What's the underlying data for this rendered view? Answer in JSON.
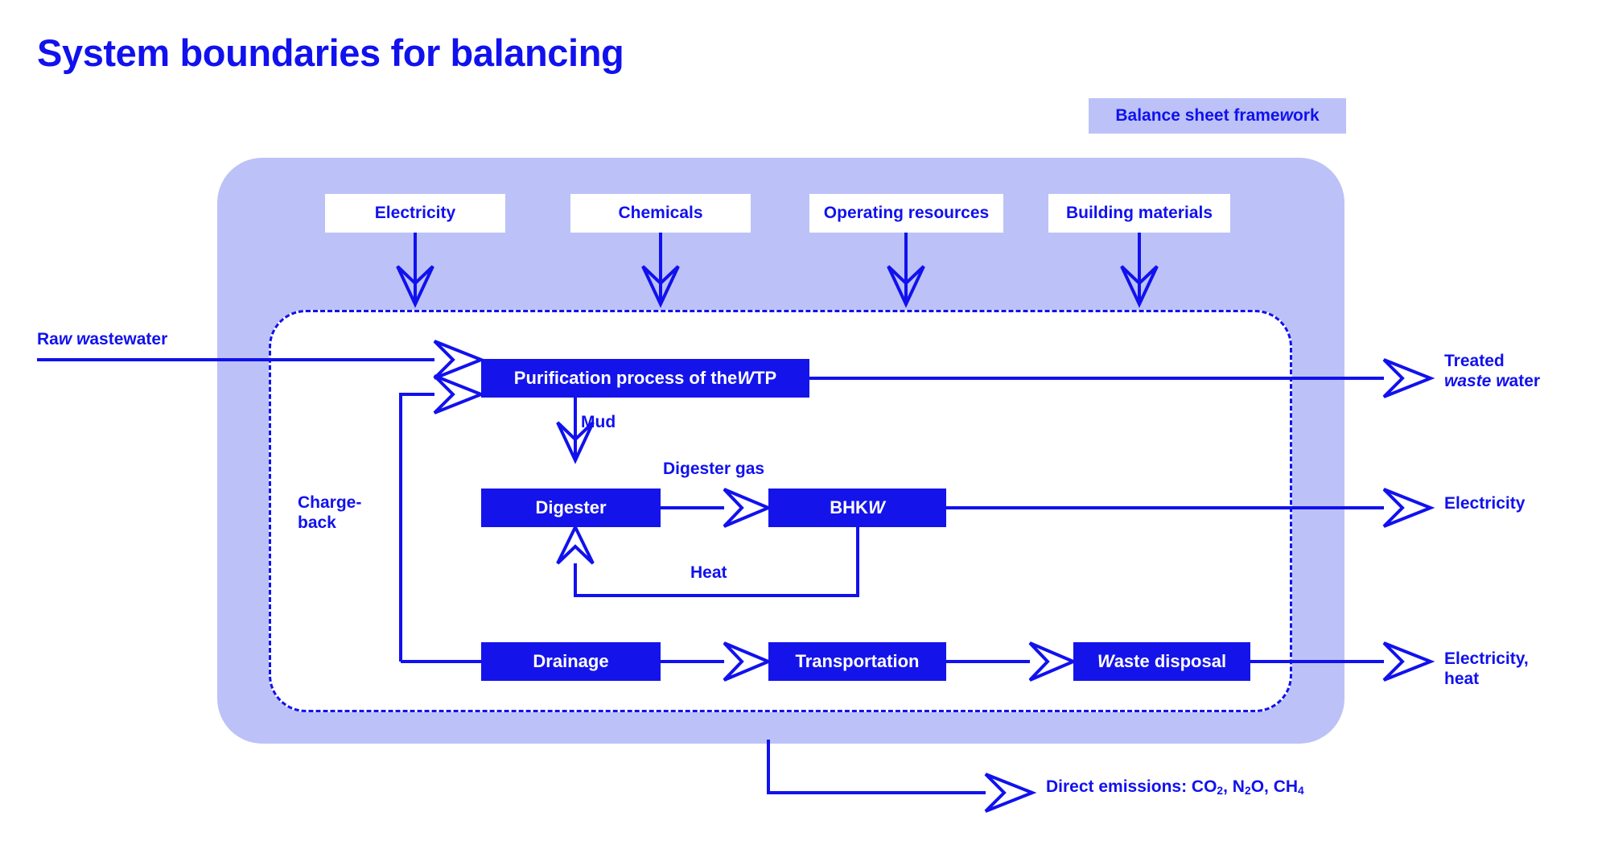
{
  "page": {
    "title": "System boundaries for balancing",
    "accent_blue": "#1111ee",
    "box_blue": "#1414ea",
    "region_lavender": "#bcc2f7",
    "background": "#ffffff"
  },
  "legend": {
    "label_prefix": "Balance sheet frame",
    "label_italic": "w",
    "label_suffix": "ork",
    "full_label": "Balance sheet framework"
  },
  "inputs": [
    {
      "label": "Electricity"
    },
    {
      "label": "Chemicals"
    },
    {
      "label": "Operating resources"
    },
    {
      "label": "Building materials"
    }
  ],
  "processes": [
    {
      "id": "purification",
      "prefix": "Purification process of the ",
      "italic": "W",
      "suffix": "TP",
      "full": "Purification process of the WTP"
    },
    {
      "id": "digester",
      "prefix": "Digester",
      "italic": "",
      "suffix": "",
      "full": "Digester"
    },
    {
      "id": "bhkw",
      "prefix": "BHK",
      "italic": "W",
      "suffix": "",
      "full": "BHKW"
    },
    {
      "id": "drainage",
      "prefix": "Drainage",
      "italic": "",
      "suffix": "",
      "full": "Drainage"
    },
    {
      "id": "transportation",
      "prefix": "Transportation",
      "italic": "",
      "suffix": "",
      "full": "Transportation"
    },
    {
      "id": "waste_disposal",
      "prefix": "",
      "italic": "W",
      "suffix": "aste disposal",
      "full": "Waste disposal"
    }
  ],
  "flow_labels": {
    "mud": "Mud",
    "digester_gas": "Digester gas",
    "heat": "Heat",
    "charge_back_line1": "Charge-",
    "charge_back_line2": "back"
  },
  "input_stream": {
    "prefix": "Ra",
    "italic1": "w w",
    "suffix": "astewater",
    "full": "Raw wastewater"
  },
  "outputs": [
    {
      "id": "treated_waste_water",
      "line1_prefix": "Treated",
      "line1_italic": "",
      "line1_suffix": "",
      "line2_prefix": "",
      "line2_italic": "waste w",
      "line2_suffix": "ater",
      "full": "Treated waste water"
    },
    {
      "id": "electricity_out",
      "line1_prefix": "Electricity",
      "line1_italic": "",
      "line1_suffix": "",
      "line2_prefix": "",
      "line2_italic": "",
      "line2_suffix": "",
      "full": "Electricity"
    },
    {
      "id": "electricity_heat_out",
      "line1_prefix": "Electricity,",
      "line1_italic": "",
      "line1_suffix": "",
      "line2_prefix": "heat",
      "line2_italic": "",
      "line2_suffix": "",
      "full": "Electricity, heat"
    }
  ],
  "emissions": {
    "prefix": "Direct emissions: CO",
    "sub1": "2",
    "mid1": ", N",
    "sub2": "2",
    "mid2": "O, CH",
    "sub3": "4",
    "full": "Direct emissions: CO2, N2O, CH4"
  }
}
